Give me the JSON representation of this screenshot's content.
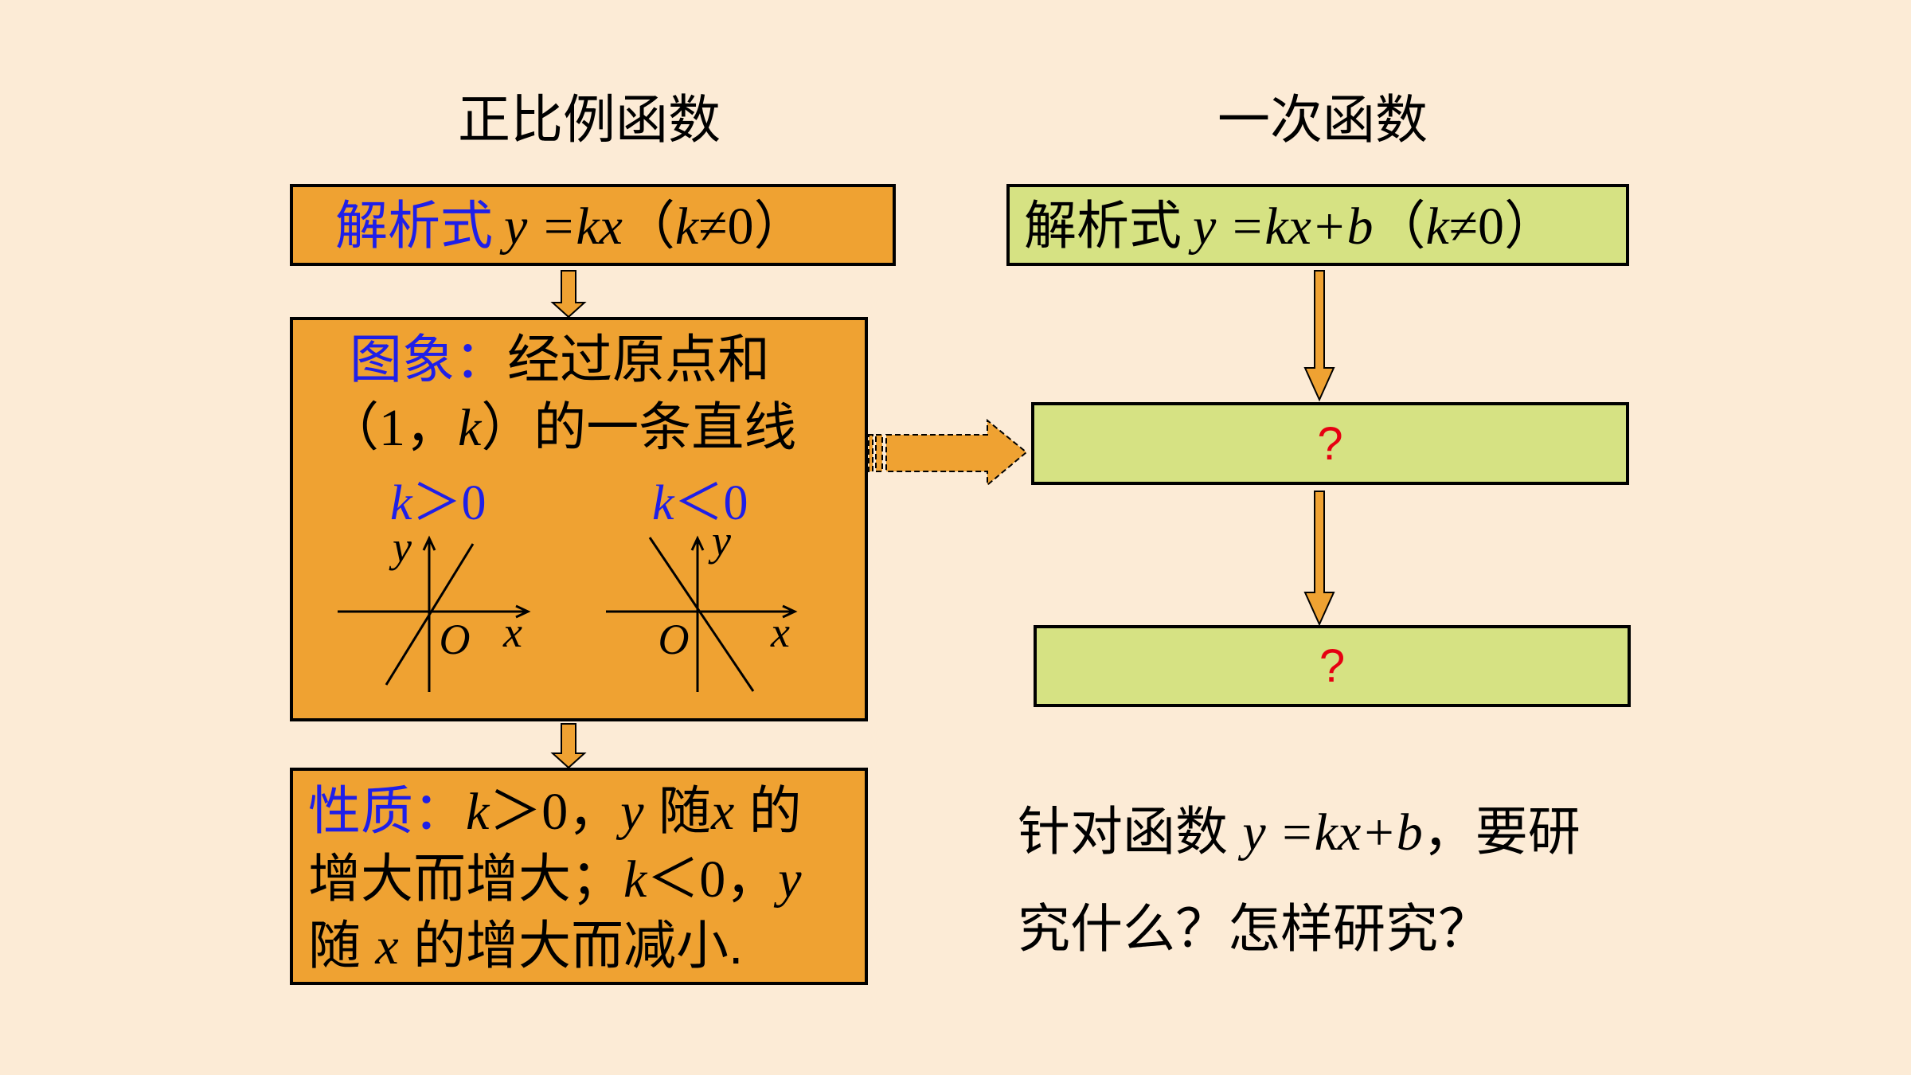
{
  "colors": {
    "background": "#FCEBD6",
    "orange_box": "#EFA232",
    "green_box": "#D6E283",
    "label_blue": "#1F1FE8",
    "question_red": "#E60012"
  },
  "left": {
    "title": "正比例函数",
    "formula": {
      "label": "解析式",
      "expr": "y =kx",
      "open": "（",
      "var": "k",
      "rest": "≠0",
      "close": "）"
    },
    "graph_box": {
      "label": "图象：",
      "line1": "经过原点和",
      "line2": [
        "（",
        "1",
        "，",
        "k",
        "）的一条直线"
      ],
      "graphs": [
        {
          "cond_var": "k",
          "cond_rest": "＞0",
          "y_label": "y",
          "origin_label": "O",
          "x_label": "x"
        },
        {
          "cond_var": "k",
          "cond_rest": "＜0",
          "y_label": "y",
          "origin_label": "O",
          "x_label": "x"
        }
      ]
    },
    "property_box": {
      "label": "性质：",
      "line1": [
        "k",
        "＞0，",
        "y",
        " 随",
        "x",
        " 的"
      ],
      "line2": [
        "增大而增大；",
        "k",
        "＜0，",
        "y"
      ],
      "line3": [
        "随 ",
        "x",
        " 的增大而减小."
      ]
    }
  },
  "right": {
    "title": "一次函数",
    "formula": {
      "label": "解析式",
      "expr": "y =kx+b",
      "open": "（",
      "var": "k",
      "rest": "≠0",
      "close": "）"
    },
    "unknown_boxes": [
      "?",
      "?"
    ],
    "question": {
      "line1": [
        "针对函数 ",
        "y =kx+b",
        "，要研"
      ],
      "line2": "究什么？怎样研究？"
    }
  }
}
